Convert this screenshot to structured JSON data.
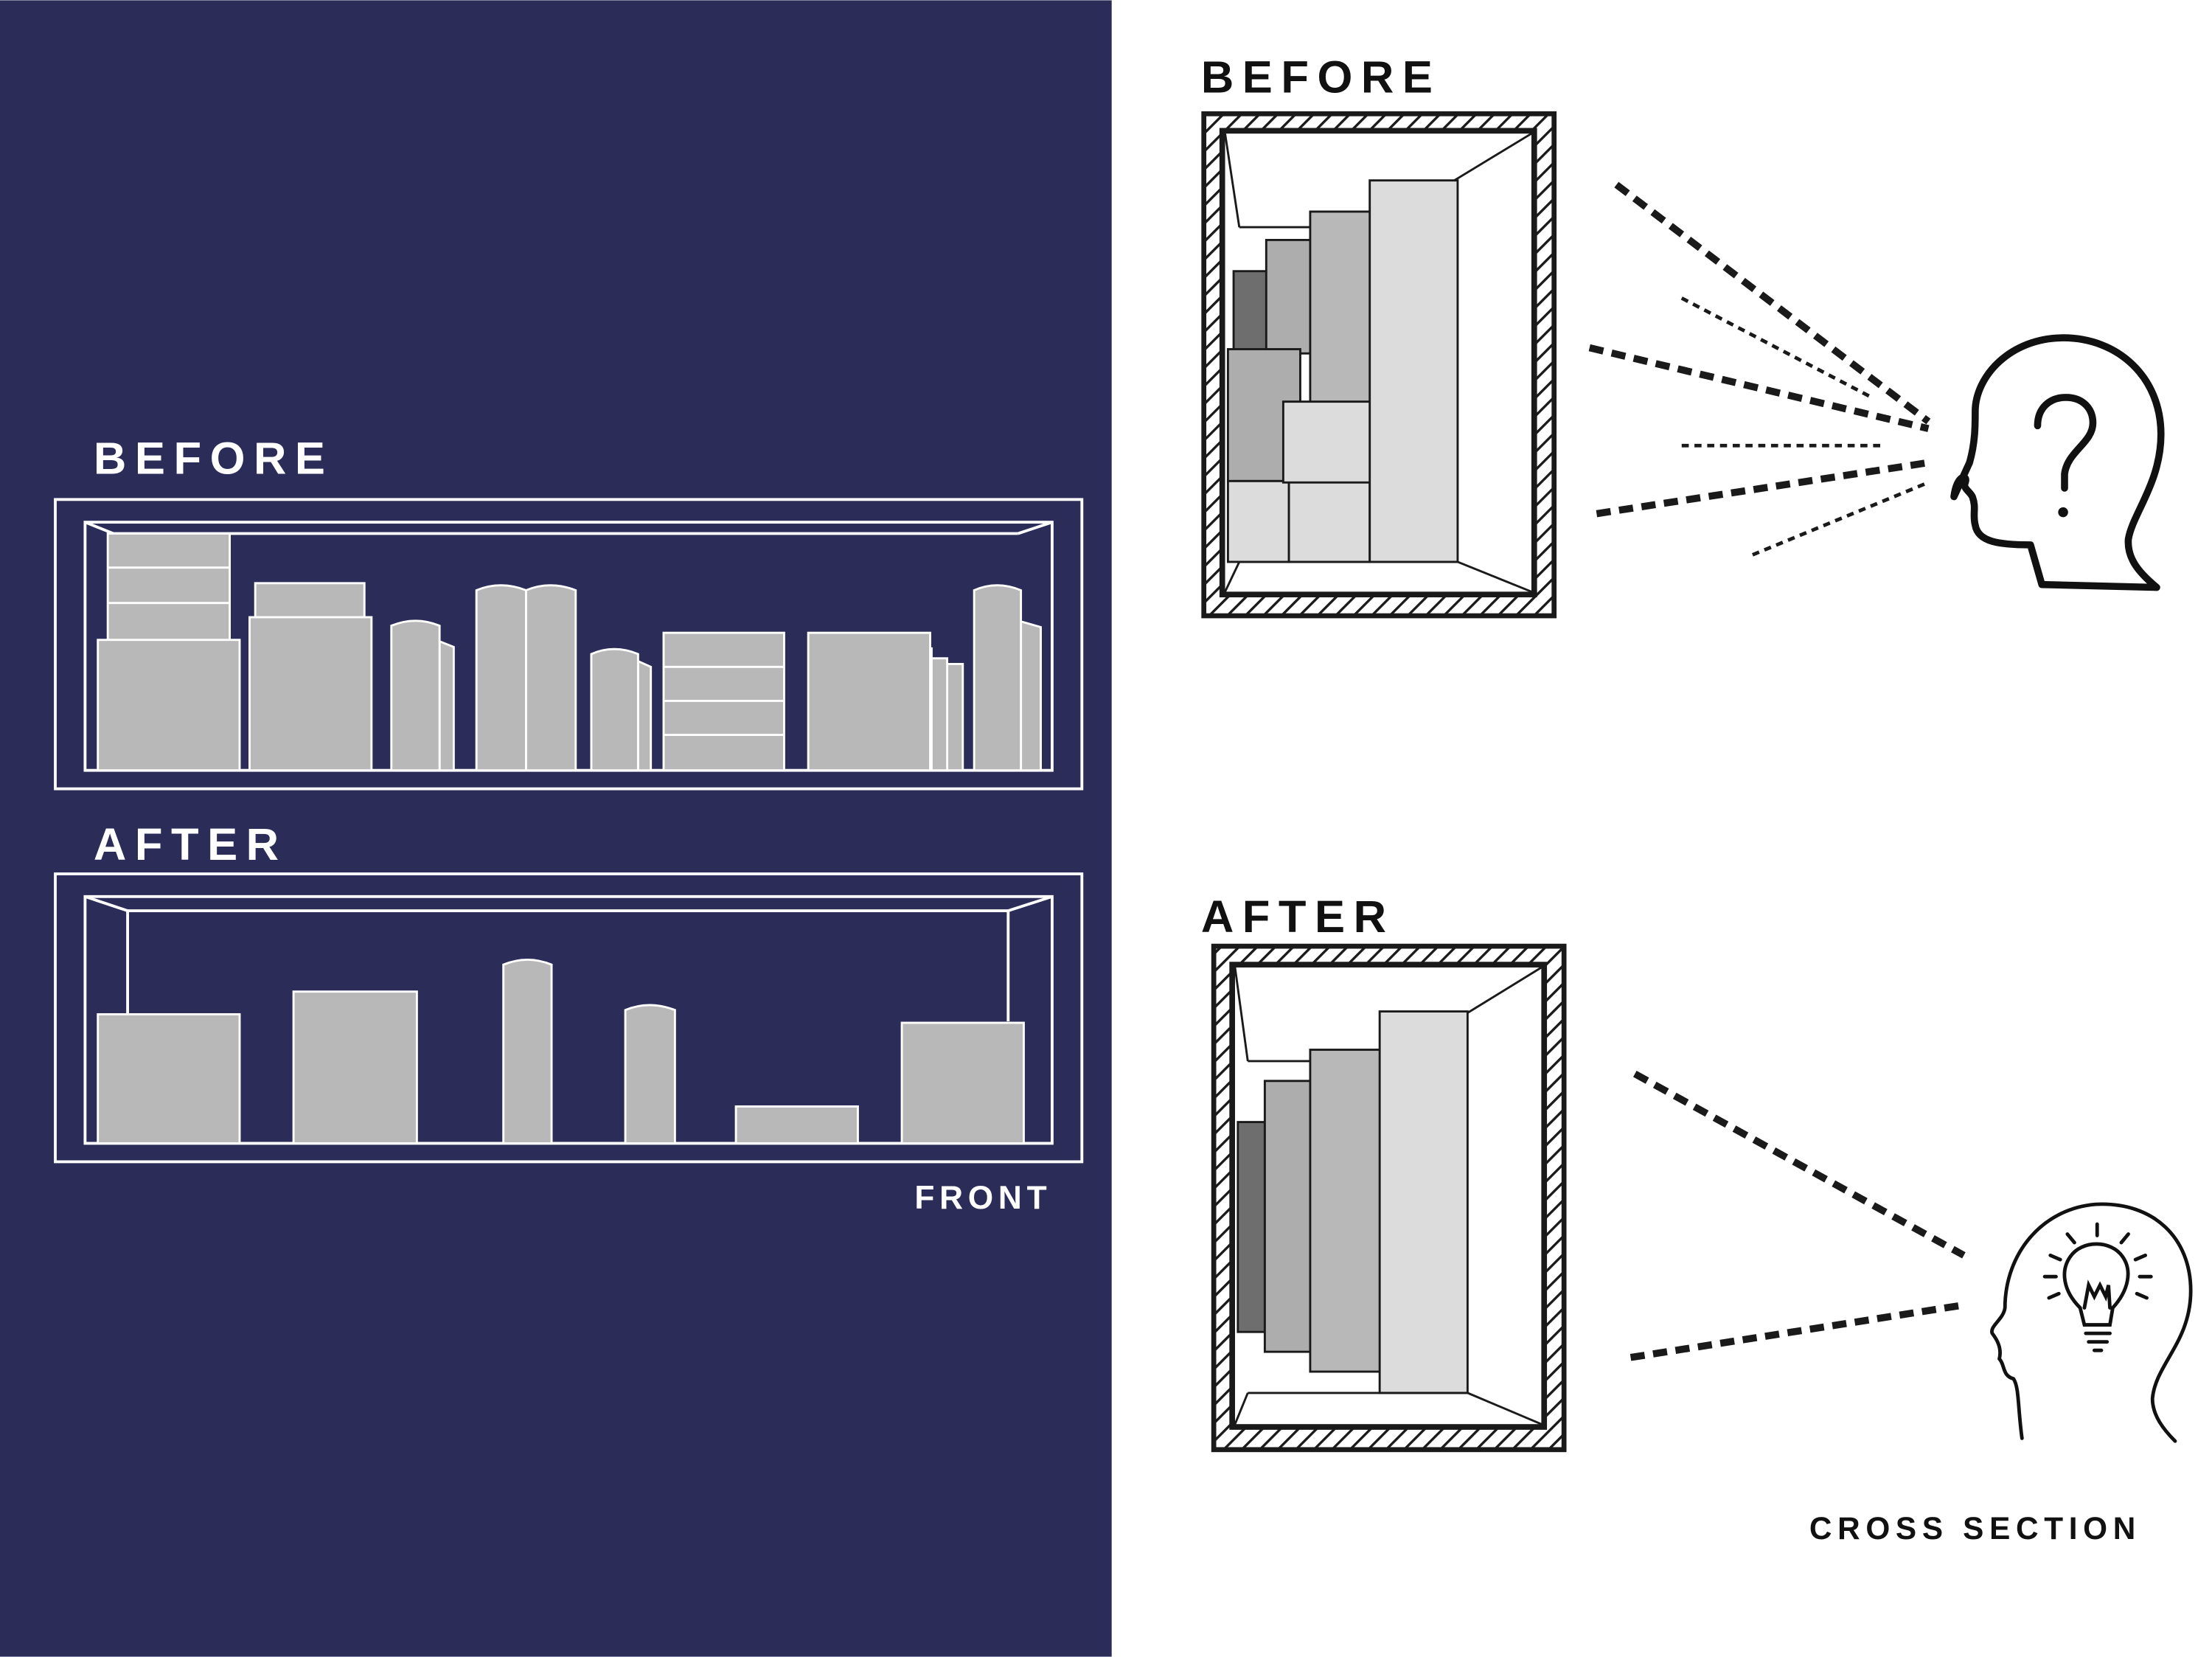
{
  "front_view": {
    "before_label": "BEFORE",
    "after_label": "AFTER",
    "caption": "FRONT"
  },
  "cross_section_view": {
    "before_label": "BEFORE",
    "after_label": "AFTER",
    "caption": "CROSS SECTION",
    "before_head_symbol": "?",
    "after_head_icon": "lightbulb-icon"
  },
  "colors": {
    "left_panel_background": "#2b2c58",
    "item_fill": "#b8b8b8",
    "item_light": "#dcdcdc",
    "item_mid": "#adadad",
    "item_dark": "#6e6e6e",
    "outline_on_dark": "#ffffff",
    "outline_on_light": "#1a1a1a"
  }
}
